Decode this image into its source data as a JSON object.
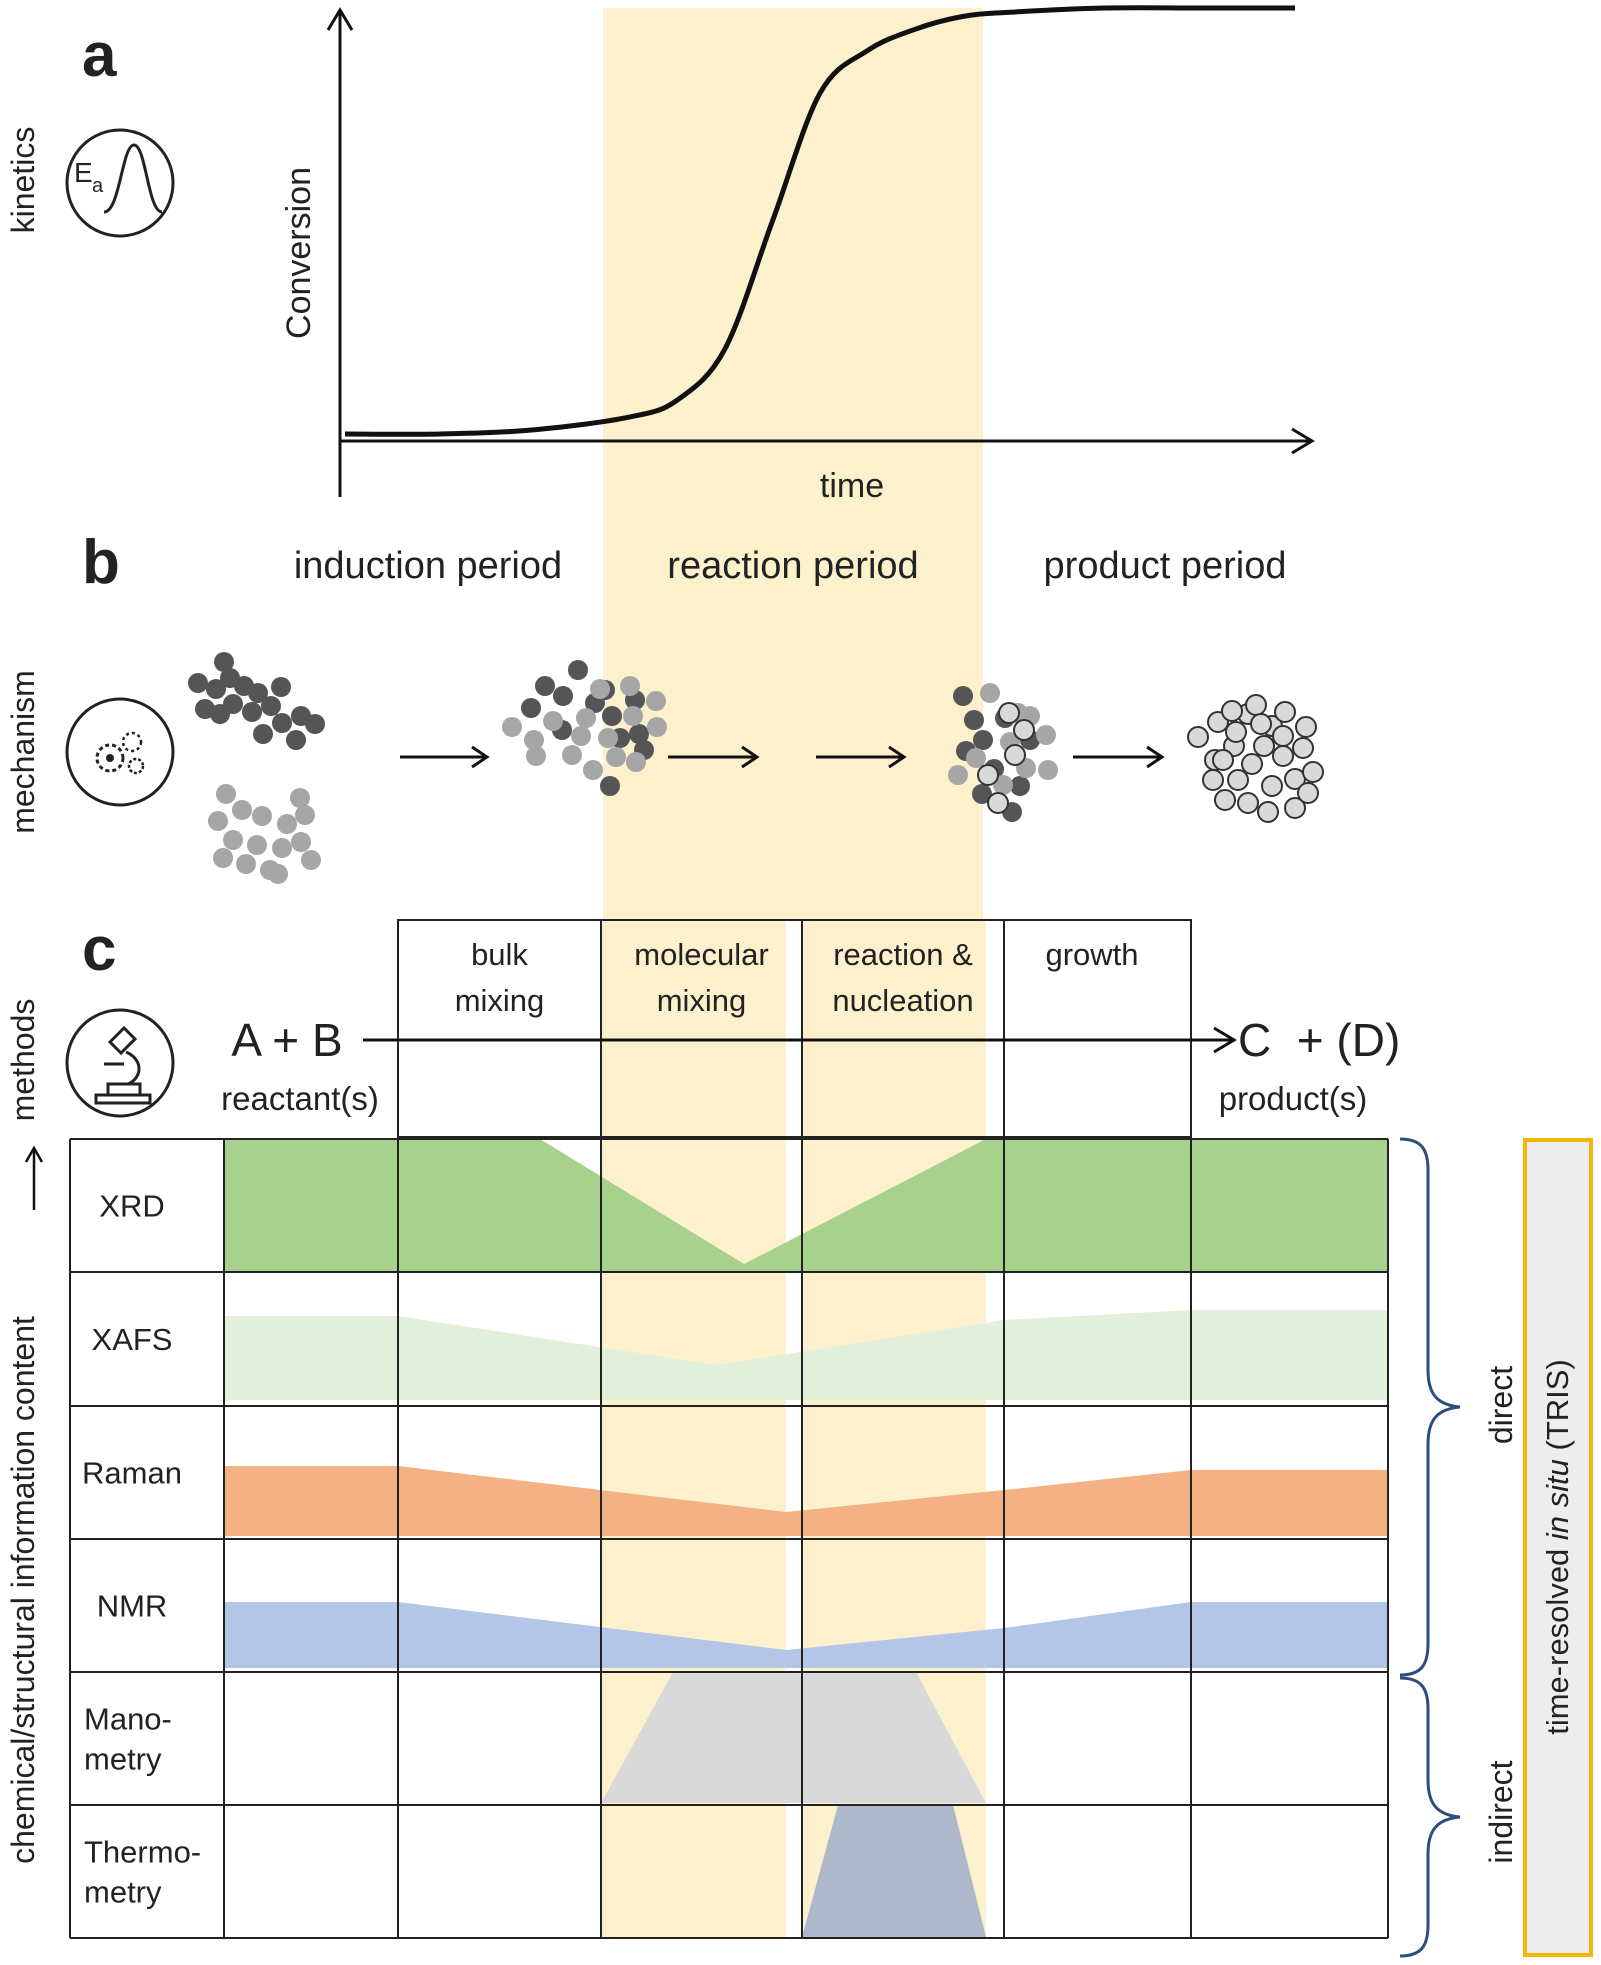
{
  "panels": {
    "a": "a",
    "b": "b",
    "c": "c"
  },
  "side_labels": {
    "kinetics": "kinetics",
    "mechanism": "mechanism",
    "methods": "methods",
    "information": "chemical/structural information content"
  },
  "kinetics_icon": {
    "symbol": "E",
    "subscript": "a",
    "icon": "activation-energy-peak-icon"
  },
  "chart_data": {
    "type": "line",
    "xlabel": "time",
    "ylabel": "Conversion",
    "x": [
      0,
      0.1,
      0.2,
      0.3,
      0.35,
      0.4,
      0.45,
      0.5,
      0.55,
      0.6,
      0.65,
      0.7,
      0.8,
      0.9,
      1.0
    ],
    "y": [
      0.0,
      0.0,
      0.01,
      0.04,
      0.08,
      0.2,
      0.5,
      0.8,
      0.9,
      0.95,
      0.98,
      0.99,
      1.0,
      1.0,
      1.0
    ]
  },
  "periods": [
    "induction period",
    "reaction period",
    "product period"
  ],
  "stages": [
    "bulk\nmixing",
    "molecular\nmixing",
    "reaction &\nnucleation",
    "growth"
  ],
  "equation": {
    "reactants": "A + B",
    "reactants_caption": "reactant(s)",
    "products": "C  + (D)",
    "products_caption": "product(s)"
  },
  "methods": [
    "XRD",
    "XAFS",
    "Raman",
    "NMR",
    "Mano-\nmetry",
    "Thermo-\nmetry"
  ],
  "method_groups": {
    "direct": "direct",
    "indirect": "indirect",
    "tris_prefix": "time-resolved ",
    "tris_italic": "in situ",
    "tris_suffix": " (TRIS)"
  },
  "colors": {
    "highlight": "#fdf0cc",
    "xrd": "#a8d18d",
    "xafs": "#e2efda",
    "raman": "#f4b183",
    "nmr": "#b4c6e7",
    "manometry": "#d9d9d9",
    "thermometry": "#adb9ca",
    "brace": "#2e4d7f",
    "tris_border": "#f2b705",
    "tris_fill": "#ededed",
    "dark_particle": "#555555",
    "light_particle": "#a6a6a6",
    "product_particle": "#d9d9d9"
  }
}
